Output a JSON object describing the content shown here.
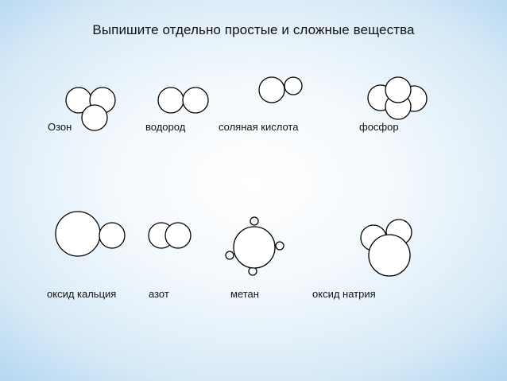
{
  "title": "Выпишите отдельно простые и сложные вещества",
  "substances": [
    {
      "id": "ozone",
      "label": "Озон"
    },
    {
      "id": "hydrogen",
      "label": "водород"
    },
    {
      "id": "hydrochloric-acid",
      "label": "соляная кислота"
    },
    {
      "id": "phosphorus",
      "label": "фосфор"
    },
    {
      "id": "calcium-oxide",
      "label": "оксид кальция"
    },
    {
      "id": "nitrogen",
      "label": "азот"
    },
    {
      "id": "methane",
      "label": "метан"
    },
    {
      "id": "sodium-oxide",
      "label": "оксид натрия"
    }
  ]
}
